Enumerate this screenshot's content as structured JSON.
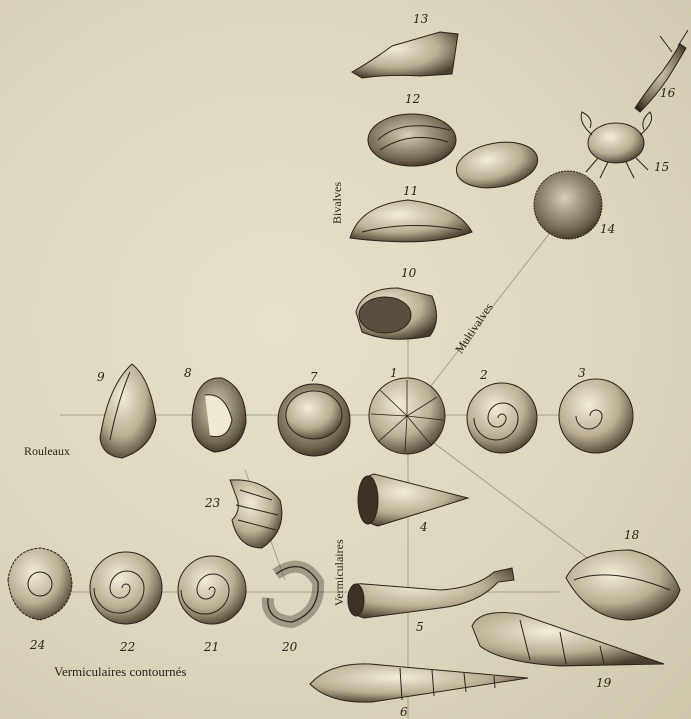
{
  "plate": {
    "axis_labels": {
      "bivalves": "Bivalves",
      "multivalves": "Multivalves",
      "rouleaux": "Rouleaux",
      "vermiculaires": "Vermiculaires",
      "vermiculaires_contournes": "Vermiculaires contournés"
    },
    "specimens": [
      {
        "num": "1",
        "icon": "radiate-shell-icon"
      },
      {
        "num": "2",
        "icon": "spiral-shell-icon"
      },
      {
        "num": "3",
        "icon": "snail-shell-icon"
      },
      {
        "num": "4",
        "icon": "cone-shell-icon"
      },
      {
        "num": "5",
        "icon": "tube-shell-icon"
      },
      {
        "num": "6",
        "icon": "auger-shell-icon"
      },
      {
        "num": "7",
        "icon": "cap-shell-icon"
      },
      {
        "num": "8",
        "icon": "cowrie-shell-icon"
      },
      {
        "num": "9",
        "icon": "limpet-shell-icon"
      },
      {
        "num": "10",
        "icon": "cup-shell-icon"
      },
      {
        "num": "11",
        "icon": "mussel-shell-icon"
      },
      {
        "num": "12",
        "icon": "oyster-shell-icon"
      },
      {
        "num": "13",
        "icon": "pinna-shell-icon"
      },
      {
        "num": "14",
        "icon": "urchin-icon"
      },
      {
        "num": "15",
        "icon": "crab-icon"
      },
      {
        "num": "16",
        "icon": "crayfish-icon"
      },
      {
        "num": "18",
        "icon": "whelk-shell-icon"
      },
      {
        "num": "19",
        "icon": "spindle-shell-icon"
      },
      {
        "num": "20",
        "icon": "open-coil-shell-icon"
      },
      {
        "num": "21",
        "icon": "coiled-shell-icon"
      },
      {
        "num": "22",
        "icon": "ammonite-shell-icon"
      },
      {
        "num": "23",
        "icon": "nautilus-shell-icon"
      },
      {
        "num": "24",
        "icon": "rough-coil-shell-icon"
      }
    ]
  }
}
